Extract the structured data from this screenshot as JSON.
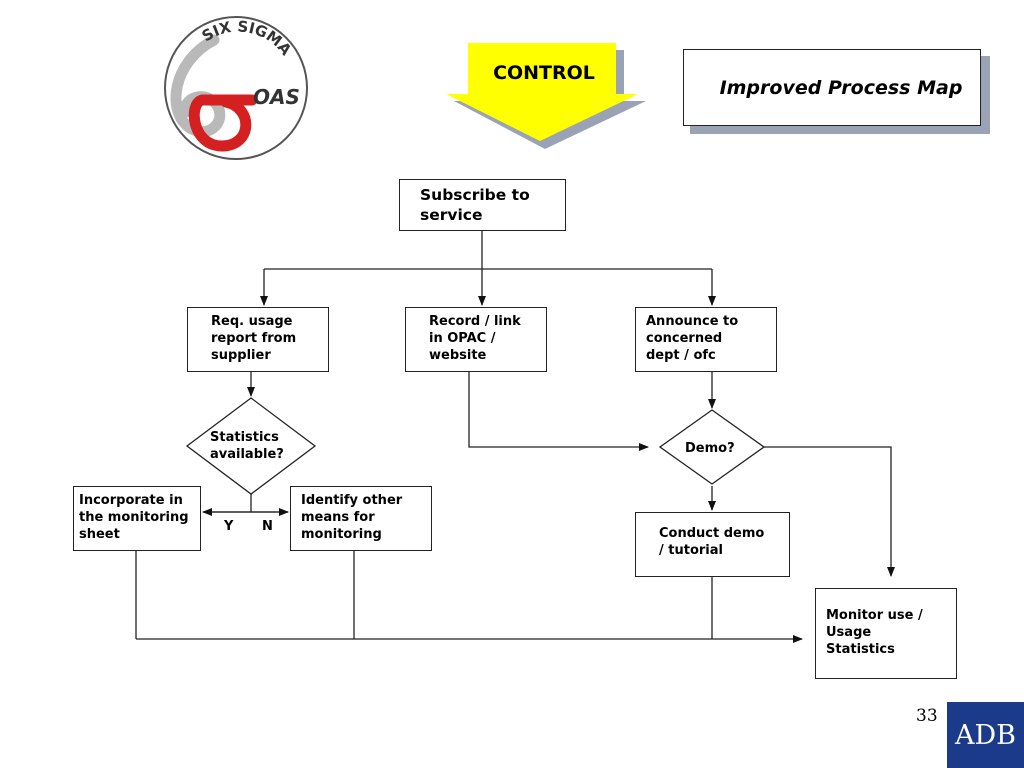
{
  "slide": {
    "title": "Improved Process Map",
    "phase_label": "CONTROL",
    "page_number": "33",
    "adb_logo_text": "ADB"
  },
  "logo": {
    "top_text": "SIX SIGMA",
    "side_text": "OAS",
    "colors": {
      "six": "#b9b9b9",
      "sigma": "#d42020",
      "ring": "#555555"
    }
  },
  "flow": {
    "subscribe": "Subscribe to\nservice",
    "req_usage": "Req. usage\nreport from\nsupplier",
    "record_link": "Record / link\nin OPAC /\nwebsite",
    "announce": "Announce to\nconcerned\ndept / ofc",
    "statistics_decision": "Statistics\navailable?",
    "demo_decision": "Demo?",
    "incorporate": "Incorporate in\nthe monitoring\nsheet",
    "identify_other": "Identify other\nmeans for\nmonitoring",
    "conduct_demo": "Conduct demo\n/ tutorial",
    "monitor_use": "Monitor use /\nUsage\nStatistics",
    "yes_label": "Y",
    "no_label": "N"
  },
  "colors": {
    "arrow_fill": "#ffff00",
    "arrow_shadow": "#9aa3b6",
    "adb_blue": "#1b3a8a",
    "line": "#222222"
  }
}
